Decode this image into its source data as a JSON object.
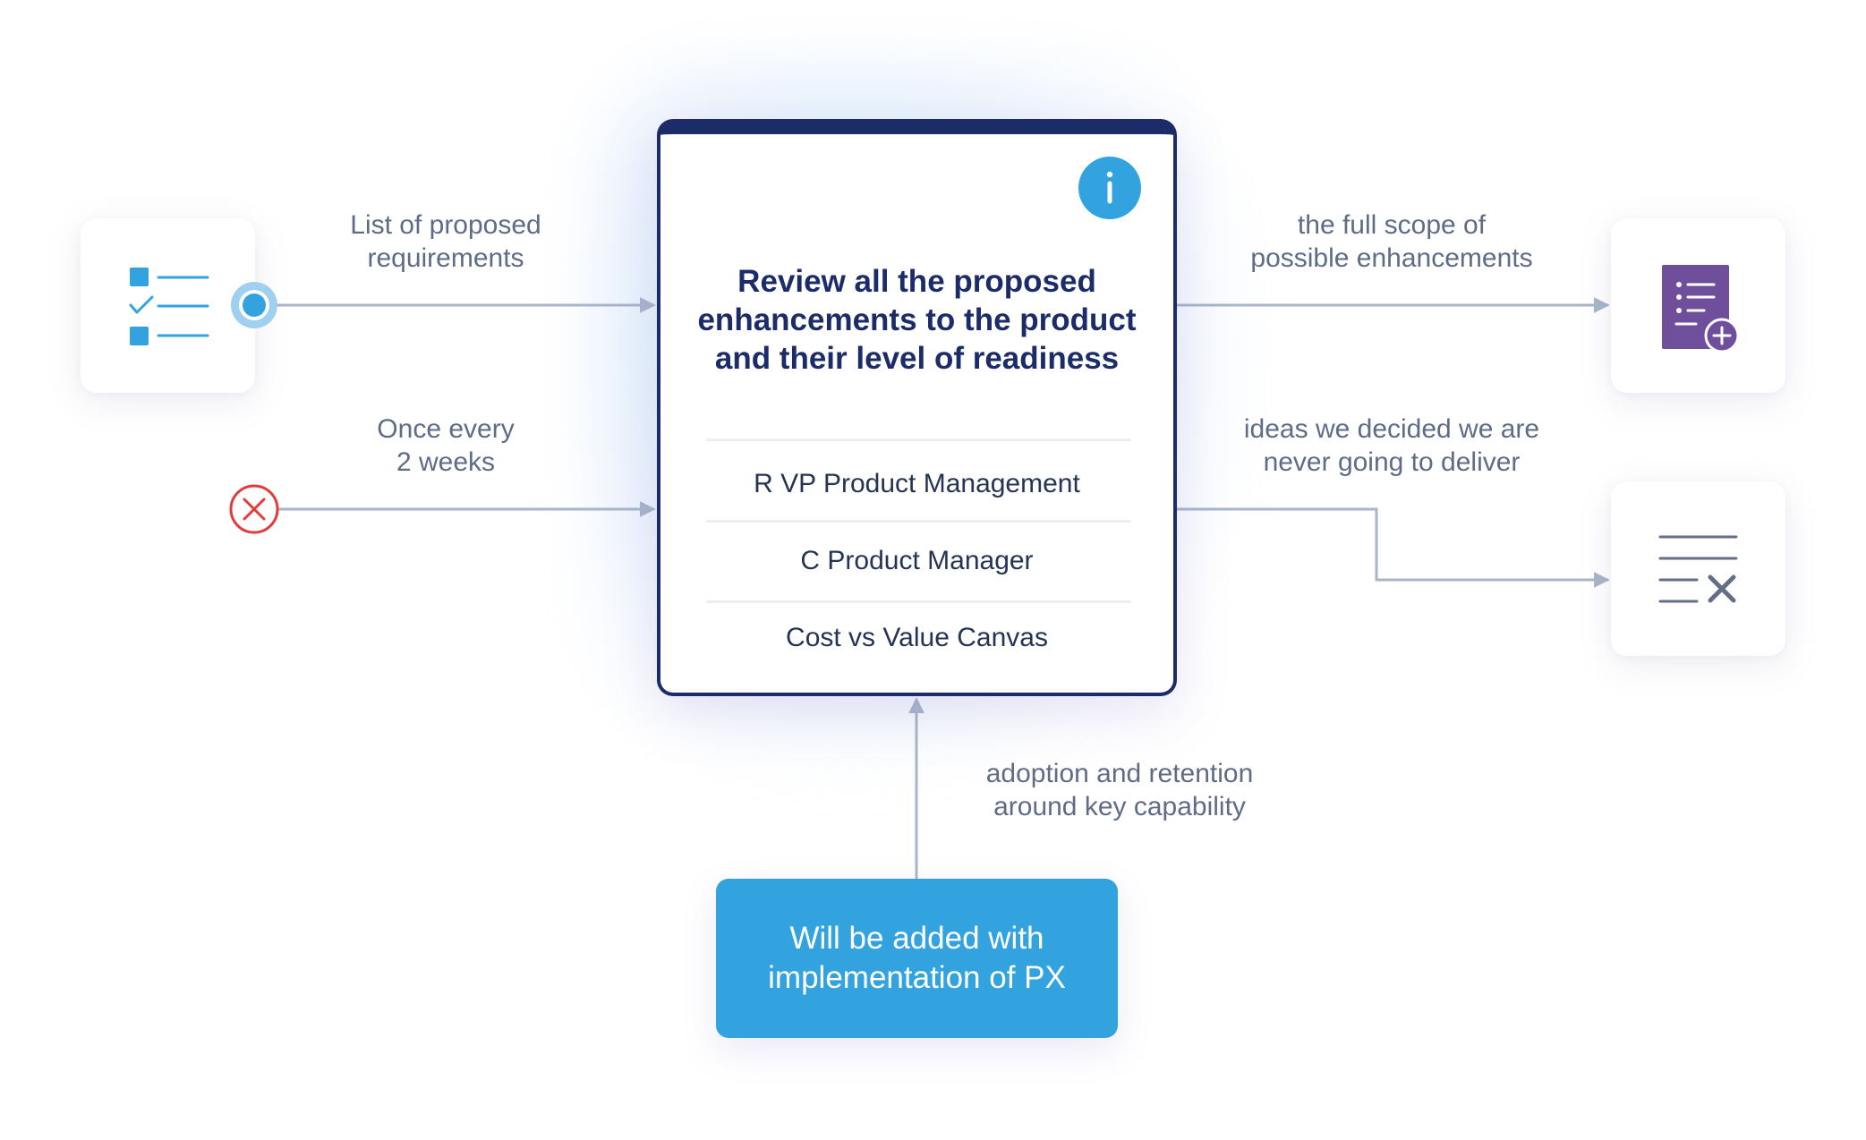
{
  "main_card": {
    "title": "Review all the proposed enhancements to the product and their level of readiness",
    "info_icon": "info-icon",
    "rows": [
      {
        "text": "R  VP Product Management"
      },
      {
        "text": "C  Product Manager"
      },
      {
        "text": "Cost vs Value Canvas"
      }
    ]
  },
  "inputs": [
    {
      "icon": "checklist-icon",
      "connector": "blue-dot-icon",
      "label_line1": "List of proposed",
      "label_line2": "requirements"
    },
    {
      "icon": "close-circle-icon",
      "label_line1": "Once every",
      "label_line2": "2 weeks"
    }
  ],
  "outputs": [
    {
      "icon": "document-add-icon",
      "label_line1": "the full scope of",
      "label_line2": "possible enhancements"
    },
    {
      "icon": "list-remove-icon",
      "label_line1": "ideas we decided we are",
      "label_line2": "never going to deliver"
    }
  ],
  "bottom": {
    "label_line1": "adoption and retention",
    "label_line2": "around key capability",
    "box_line1": "Will be added with",
    "box_line2": "implementation of PX"
  },
  "colors": {
    "navy": "#1b2c68",
    "blue": "#33a3e0",
    "purple": "#6f4e9c",
    "gray_icon": "#646e84",
    "red": "#e53a3a",
    "connector": "#a9b5c9",
    "label": "#5f6c85"
  }
}
